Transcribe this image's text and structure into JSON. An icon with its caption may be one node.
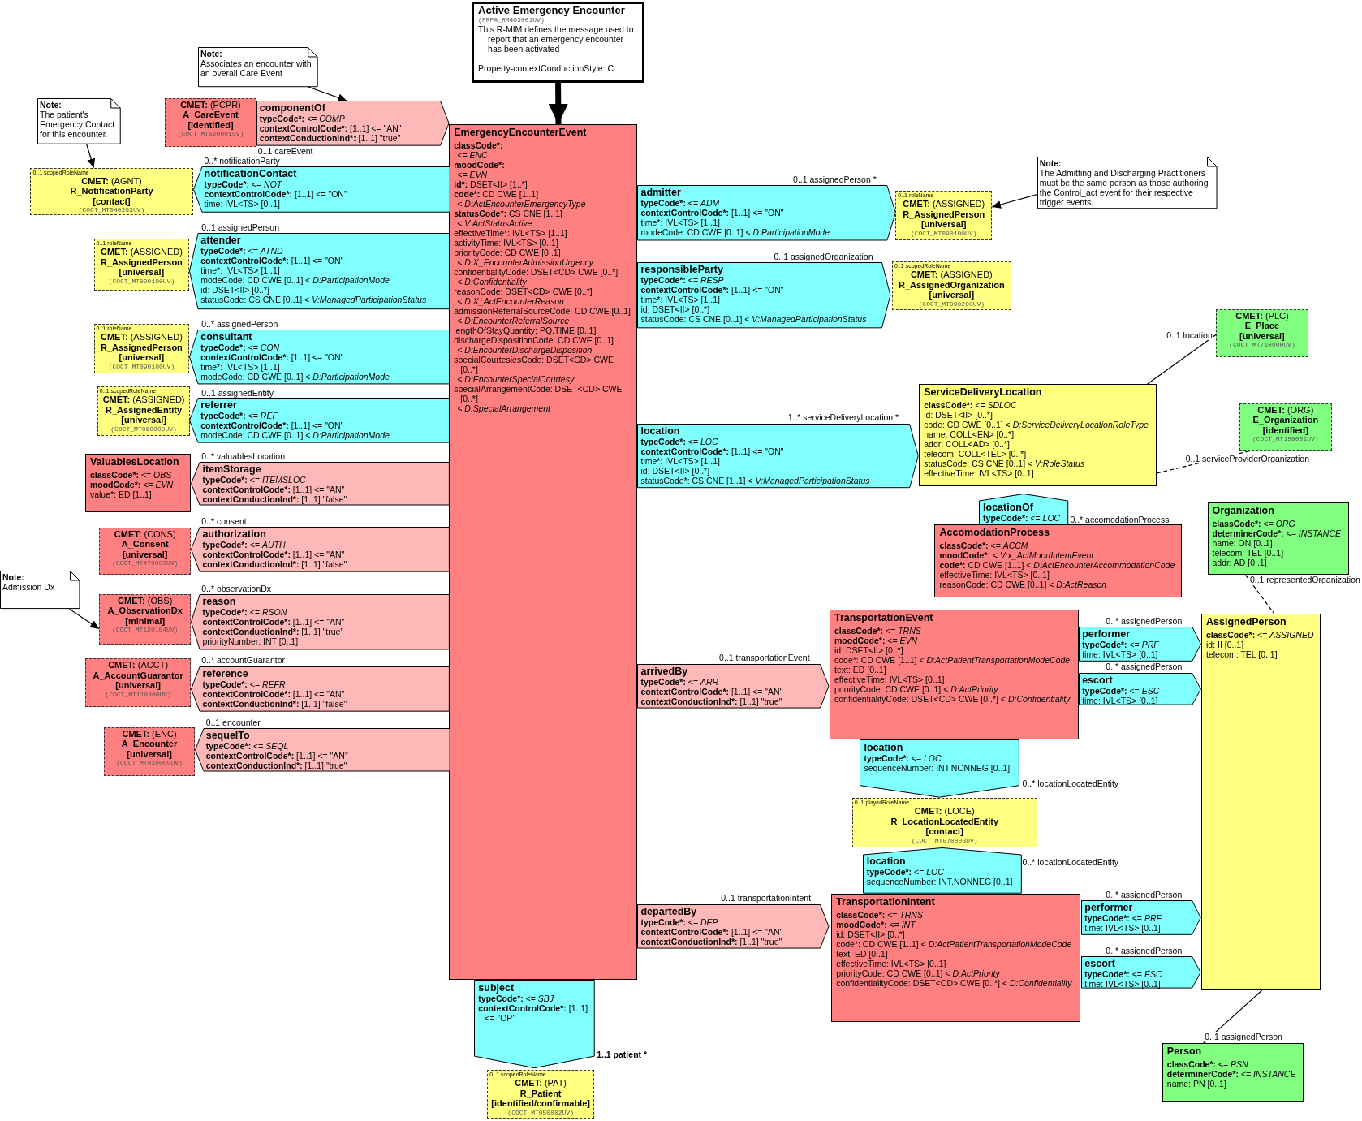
{
  "diagram": {
    "nodes": [
      {
        "text": [
          "Note:",
          "Associates an encounter with an overall Care Event"
        ]
      },
      {
        "text": [
          "Active Emergency Encounter",
          "(PRPA_RM403001UV)",
          "This R-MIM defines the message used to report that an emergency encounter has been activated",
          "Property-contextConductionStyle: C"
        ]
      },
      {
        "text": [
          "Note:",
          "The patient's Emergency Contact for this encounter."
        ]
      },
      {
        "text": [
          "CMET: (PCPR)",
          "A_CareEvent",
          "[identified]",
          "(COCT_MT520001UV)"
        ]
      },
      {
        "text": [
          "componentOf",
          "typeCode*: <= COMP",
          "contextControlCode*: [1..1] <= \"AN\"",
          "contextConductionInd*: [1..1] \"true\""
        ],
        "beside": [
          "0..1 careEvent"
        ]
      },
      {
        "text": [
          "EmergencyEncounterEvent",
          "classCode*: <= ENC",
          "moodCode*: <= EVN",
          "id*: DSET<II> [1..*]",
          "code*: CD CWE [1..1] < D:ActEncounterEmergencyType",
          "statusCode*: CS CNE [1..1] < V:ActStatusActive",
          "effectiveTime*: IVL<TS> [1..1]",
          "activityTime: IVL<TS> [0..1]",
          "priorityCode: CD CWE [0..1] < D:X_EncounterAdmissionUrgency",
          "confidentialityCode: DSET<CD> CWE [0..*] < D:Confidentiality",
          "reasonCode: DSET<CD> CWE [0..*] < D:X_ActEncounterReason",
          "admissionReferralSourceCode: CD CWE [0..1] < D:EncounterReferralSource",
          "lengthOfStayQuantity: PQ.TIME [0..1]",
          "dischargeDispositionCode: CD CWE [0..1] < D:EncounterDischargeDisposition",
          "specialCourtesiesCode: DSET<CD> CWE [0..*] < D:EncounterSpecialCourtesy",
          "specialArrangementCode: DSET<CD> CWE [0..*] < D:SpecialArrangement"
        ]
      },
      {
        "text": [
          "Note:",
          "The Admitting and Discharging Practitioners must be the same person as those authoring the Control_act event for their respective trigger events."
        ]
      },
      {
        "text": [
          "0..1 scopedRoleName",
          "CMET: (AGNT)",
          "R_NotificationParty",
          "[contact]",
          "(COCT_MT040203UV)"
        ]
      },
      {
        "text": [
          "notificationContact",
          "typeCode*: <= NOT",
          "contextControlCode*: [1..1] <= \"ON\"",
          "time: IVL<TS> [0..1]"
        ],
        "beside": [
          "0..* notificationParty"
        ]
      },
      {
        "text": [
          "admitter",
          "typeCode*: <= ADM",
          "contextControlCode*: [1..1] <= \"ON\"",
          "time*: IVL<TS> [1..1]",
          "modeCode: CD CWE [0..1] < D:ParticipationMode"
        ],
        "beside": [
          "0..1 assignedPerson *"
        ]
      },
      {
        "text": [
          "0..1 roleName",
          "CMET: (ASSIGNED)",
          "R_AssignedPerson",
          "[universal]",
          "(COCT_MT090100UV)"
        ]
      },
      {
        "text": [
          "0..1 roleName",
          "CMET: (ASSIGNED)",
          "R_AssignedPerson",
          "[universal]",
          "(COCT_MT090100UV)"
        ]
      },
      {
        "text": [
          "attender",
          "typeCode*: <= ATND",
          "contextControlCode*: [1..1] <= \"ON\"",
          "time*: IVL<TS> [1..1]",
          "modeCode: CD CWE [0..1] < D:ParticipationMode",
          "id: DSET<II> [0..*]",
          "statusCode: CS CNE [0..1] < V:ManagedParticipationStatus"
        ],
        "beside": [
          "0..1 assignedPerson"
        ]
      },
      {
        "text": [
          "responsibleParty",
          "typeCode*: <= RESP",
          "contextControlCode*: [1..1] <= \"ON\"",
          "time*: IVL<TS> [1..1]",
          "id: DSET<II> [0..*]",
          "statusCode: CS CNE [0..1] < V:ManagedParticipationStatus"
        ],
        "beside": [
          "0..1 assignedOrganization"
        ]
      },
      {
        "text": [
          "0..1 scopedRoleName",
          "CMET: (ASSIGNED)",
          "R_AssignedOrganization",
          "[universal]",
          "(COCT_MT090200UV)"
        ]
      },
      {
        "text": [
          "CMET: (PLC)",
          "E_Place",
          "[universal]",
          "(COCT_MT710000UV)"
        ]
      },
      {
        "text": [
          "0..1 roleName",
          "CMET: (ASSIGNED)",
          "R_AssignedPerson",
          "[universal]",
          "(COCT_MT090100UV)"
        ]
      },
      {
        "text": [
          "consultant",
          "typeCode*: <= CON",
          "contextControlCode*: [1..1] <= \"ON\"",
          "time*: IVL<TS> [1..1]",
          "modeCode: CD CWE [0..1] < D:ParticipationMode"
        ],
        "beside": [
          "0..* assignedPerson"
        ]
      },
      {
        "text": [
          "0..1 scopedRoleName",
          "CMET: (ASSIGNED)",
          "R_AssignedEntity",
          "[universal]",
          "(COCT_MT090000UV)"
        ]
      },
      {
        "text": [
          "referrer",
          "typeCode*: <= REF",
          "contextControlCode*: [1..1] <= \"ON\"",
          "modeCode: CD CWE [0..1] < D:ParticipationMode"
        ],
        "beside": [
          "0..1 assignedEntity"
        ]
      },
      {
        "text": [
          "ServiceDeliveryLocation",
          "classCode*: <= SDLOC",
          "id: DSET<II> [0..*]",
          "code: CD CWE [0..1] < D:ServiceDeliveryLocationRoleType",
          "name: COLL<EN> [0..*]",
          "addr: COLL<AD> [0..*]",
          "telecom: COLL<TEL> [0..*]",
          "statusCode: CS CNE [0..1] < V:RoleStatus",
          "effectiveTime: IVL<TS> [0..1]"
        ]
      },
      {
        "text": [
          "CMET: (ORG)",
          "E_Organization",
          "[identified]",
          "(COCT_MT150001UV)"
        ]
      },
      {
        "text": [
          "location",
          "typeCode*: <= LOC",
          "contextControlCode*: [1..1] <= \"ON\"",
          "time*: IVL<TS> [1..1]",
          "id: DSET<II> [0..*]",
          "statusCode*: CS CNE [1..1] < V:ManagedParticipationStatus"
        ],
        "beside": [
          "1..* serviceDeliveryLocation *"
        ]
      },
      {
        "text": [
          "ValuablesLocation",
          "classCode*: <= OBS",
          "moodCode*: <= EVN",
          "value*: ED [1..1]"
        ]
      },
      {
        "text": [
          "itemStorage",
          "typeCode*: <= ITEMSLOC",
          "contextControlCode*: [1..1] <= \"AN\"",
          "contextConductionInd*: [1..1] \"false\""
        ],
        "beside": [
          "0..* valuablesLocation"
        ]
      },
      {
        "text": [
          "locationOf",
          "typeCode*: <= LOC"
        ],
        "beside": [
          "0..* accomodationProcess"
        ]
      },
      {
        "text": [
          "Organization",
          "classCode*: <= ORG",
          "determinerCode*: <= INSTANCE",
          "name: ON [0..1]",
          "telecom: TEL [0..1]",
          "addr: AD [0..1]"
        ]
      },
      {
        "text": [
          "AccomodationProcess",
          "classCode*: <= ACCM",
          "moodCode*: < V:x_ActMoodIntentEvent",
          "code*: CD CWE [1..1] < D:ActEncounterAccommodationCode",
          "effectiveTime: IVL<TS> [0..1]",
          "reasonCode: CD CWE [0..1] < D:ActReason"
        ]
      },
      {
        "text": [
          "CMET: (CONS)",
          "A_Consent",
          "[universal]",
          "(COCT_MT470000UV)"
        ]
      },
      {
        "text": [
          "authorization",
          "typeCode*: <= AUTH",
          "contextControlCode*: [1..1] <= \"AN\"",
          "contextConductionInd*: [1..1] \"false\""
        ],
        "beside": [
          "0..* consent"
        ]
      },
      {
        "text": [
          "Note:",
          "Admission Dx"
        ]
      },
      {
        "text": [
          "CMET: (OBS)",
          "A_ObservationDx",
          "[minimal]",
          "(COCT_MT120104UV)"
        ]
      },
      {
        "text": [
          "reason",
          "typeCode*: <= RSON",
          "contextControlCode*: [1..1] <= \"AN\"",
          "contextConductionInd*: [1..1] \"true\"",
          "priorityNumber: INT [0..1]"
        ],
        "beside": [
          "0..* observationDx"
        ]
      },
      {
        "text": [
          "TransportationEvent",
          "classCode*: <= TRNS",
          "moodCode*: <= EVN",
          "id: DSET<II> [0..*]",
          "code*: CD CWE [1..1] < D:ActPatientTransportationModeCode",
          "text: ED [0..1]",
          "effectiveTime: IVL<TS> [0..1]",
          "priorityCode: CD CWE [0..1] < D:ActPriority",
          "confidentialityCode: DSET<CD> CWE [0..*] < D:Confidentiality"
        ]
      },
      {
        "text": [
          "performer",
          "typeCode*: <= PRF",
          "time: IVL<TS> [0..1]"
        ],
        "beside": [
          "0..* assignedPerson"
        ]
      },
      {
        "text": [
          "AssignedPerson",
          "classCode*: <= ASSIGNED",
          "id: II [0..1]",
          "telecom: TEL [0..1]"
        ]
      },
      {
        "text": [
          "CMET: (ACCT)",
          "A_AccountGuarantor",
          "[universal]",
          "(COCT_MT110300UV)"
        ]
      },
      {
        "text": [
          "reference",
          "typeCode*: <= REFR",
          "contextControlCode*: [1..1] <= \"AN\"",
          "contextConductionInd*: [1..1] \"false\""
        ],
        "beside": [
          "0..* accountGuarantor"
        ]
      },
      {
        "text": [
          "arrivedBy",
          "typeCode*: <= ARR",
          "contextControlCode*: [1..1] <= \"AN\"",
          "contextConductionInd*: [1..1] \"true\""
        ],
        "beside": [
          "0..1 transportationEvent"
        ]
      },
      {
        "text": [
          "escort",
          "typeCode*: <= ESC",
          "time: IVL<TS> [0..1]"
        ],
        "beside": [
          "0..* assignedPerson"
        ]
      },
      {
        "text": [
          "CMET: (ENC)",
          "A_Encounter",
          "[universal]",
          "(COCT_MT010000UV)"
        ]
      },
      {
        "text": [
          "sequelTo",
          "typeCode*: <= SEQL",
          "contextControlCode*: [1..1] <= \"AN\"",
          "contextConductionInd*: [1..1] \"true\""
        ],
        "beside": [
          "0..1 encounter"
        ]
      },
      {
        "text": [
          "location",
          "typeCode*: <= LOC",
          "sequenceNumber: INT.NONNEG [0..1]"
        ],
        "beside": [
          "0..* locationLocatedEntity"
        ]
      },
      {
        "text": [
          "0..1 playedRoleName",
          "CMET: (LOCE)",
          "R_LocationLocatedEntity",
          "[contact]",
          "(COCT_MT070003UV)"
        ]
      },
      {
        "text": [
          "location",
          "typeCode*: <= LOC",
          "sequenceNumber: INT.NONNEG [0..1]"
        ],
        "beside": [
          "0..* locationLocatedEntity"
        ]
      },
      {
        "text": [
          "departedBy",
          "typeCode*: <= DEP",
          "contextControlCode*: [1..1] <= \"AN\"",
          "contextConductionInd*: [1..1] \"true\""
        ],
        "beside": [
          "0..1 transportationIntent"
        ]
      },
      {
        "text": [
          "TransportationIntent",
          "classCode*: <= TRNS",
          "moodCode*: <= INT",
          "id: DSET<II> [0..*]",
          "code*: CD CWE [1..1] < D:ActPatientTransportationModeCode",
          "text: ED [0..1]",
          "effectiveTime: IVL<TS> [0..1]",
          "priorityCode: CD CWE [0..1] < D:ActPriority",
          "confidentialityCode: DSET<CD> CWE [0..*] < D:Confidentiality"
        ]
      },
      {
        "text": [
          "performer",
          "typeCode*: <= PRF",
          "time: IVL<TS> [0..1]"
        ],
        "beside": [
          "0..* assignedPerson"
        ]
      },
      {
        "text": [
          "escort",
          "typeCode*: <= ESC",
          "time: IVL<TS> [0..1]"
        ],
        "beside": [
          "0..* assignedPerson"
        ]
      },
      {
        "text": [
          "subject",
          "typeCode*: <= SBJ",
          "contextControlCode*: [1..1] <= \"OP\""
        ],
        "beside": [
          "1..1 patient *"
        ]
      },
      {
        "text": [
          "Person",
          "classCode*: <= PSN",
          "determinerCode*: <= INSTANCE",
          "name: PN [0..1]"
        ]
      },
      {
        "text": [
          "0..1 scopedRoleName",
          "CMET: (PAT)",
          "R_Patient",
          "[identified/confirmable]",
          "(COCT_MT050002UV)"
        ]
      }
    ],
    "edges": [
      {
        "from": 0,
        "to": 4,
        "arrow": "to"
      },
      {
        "from": 1,
        "to": 5,
        "arrow": "to",
        "style": "thick"
      },
      {
        "from": 2,
        "to": 7,
        "arrow": "to"
      },
      {
        "from": 6,
        "to": 10,
        "arrow": "to"
      },
      {
        "from": 20,
        "to": 15,
        "arrow": "none",
        "label": "0..1 location"
      },
      {
        "from": 20,
        "to": 21,
        "arrow": "none",
        "style": "dashed",
        "label": "0..1 serviceProviderOrganization"
      },
      {
        "from": 26,
        "to": 35,
        "arrow": "none",
        "style": "dashed",
        "label": "0..1 representedOrganization"
      },
      {
        "from": 35,
        "to": 50,
        "arrow": "none",
        "label": "0..1 assignedPerson"
      },
      {
        "from": 30,
        "to": 31,
        "arrow": "to"
      }
    ]
  }
}
